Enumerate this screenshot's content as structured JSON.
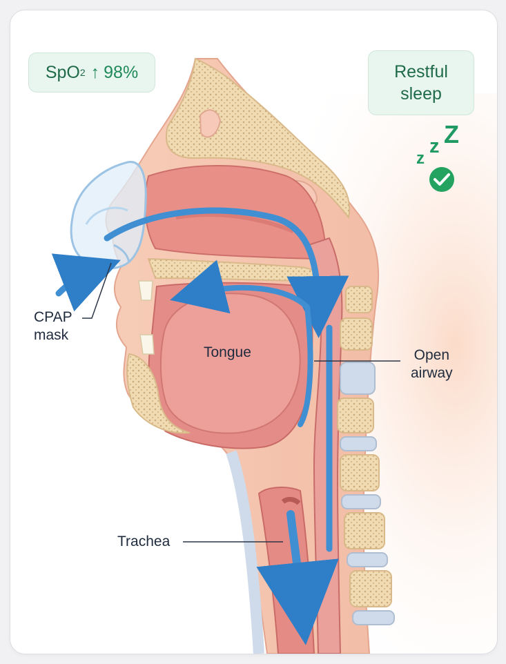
{
  "badges": {
    "spo2": {
      "label": "SpO",
      "subscript": "2",
      "arrow": "↑",
      "value": "98%"
    },
    "sleep": {
      "line1": "Restful",
      "line2": "sleep"
    }
  },
  "zzz": [
    "z",
    "z",
    "Z"
  ],
  "labels": {
    "cpap_line1": "CPAP",
    "cpap_line2": "mask",
    "tongue": "Tongue",
    "open_line1": "Open",
    "open_line2": "airway",
    "trachea": "Trachea"
  },
  "icons": [
    "check-circle-icon",
    "up-arrow-icon",
    "airflow-arrow"
  ],
  "colors": {
    "badge_bg": "#e9f5ef",
    "badge_text": "#1f6b49",
    "accent_green": "#1f8a59",
    "airflow_blue": "#3f8fd2",
    "tissue": "#e5938f",
    "bone": "#f2ddb8"
  }
}
